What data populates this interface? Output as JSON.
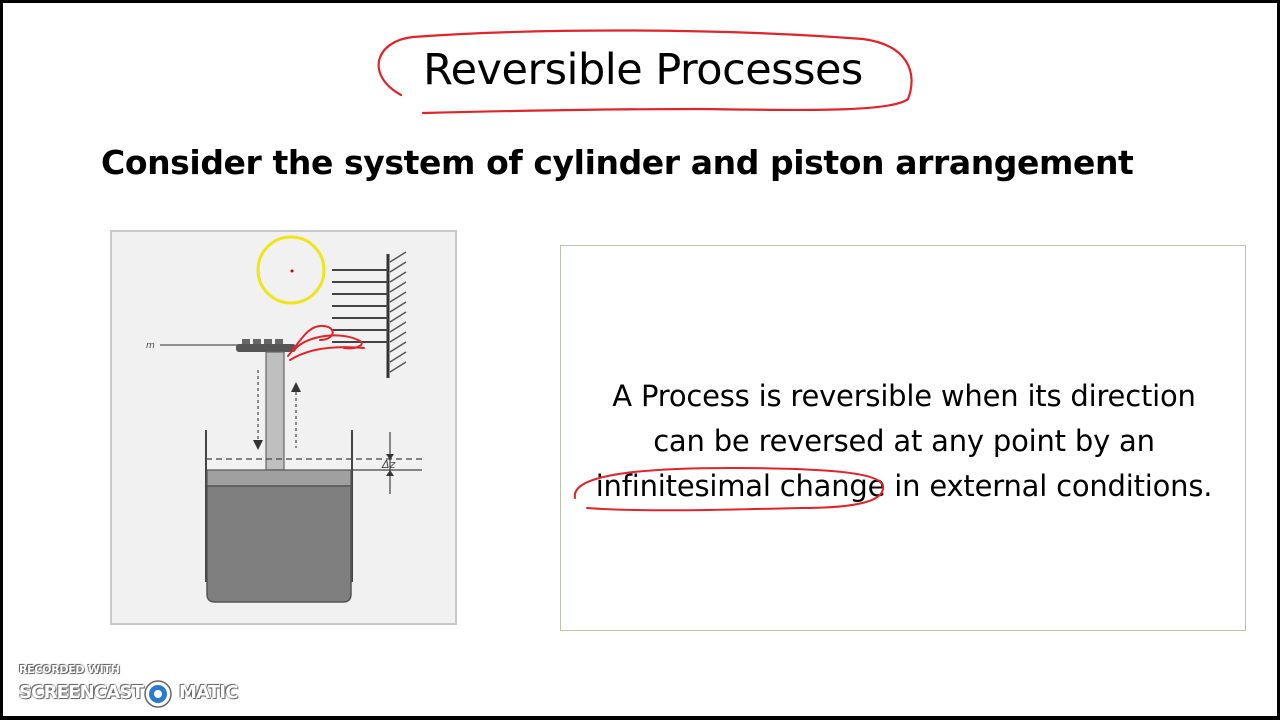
{
  "slide": {
    "title": "Reversible Processes",
    "subtitle": "Consider the system of cylinder and piston arrangement",
    "definition": {
      "line1": "A Process is reversible when its direction",
      "line2": "can be reversed at any point by an",
      "line3_highlight": "infinitesimal change",
      "line3_rest": " in external conditions."
    }
  },
  "figure": {
    "mass_label": "m",
    "delta_label": "Δz"
  },
  "watermark": {
    "recorded_with": "RECORDED WITH",
    "brand_left": "SCREENCAST",
    "brand_right": "MATIC"
  },
  "colors": {
    "annotation_red": "#e0242b",
    "cursor_highlight": "#f0e41a",
    "textbox_border": "#b7c6a5",
    "cylinder_fill": "#7f7f7f"
  },
  "icons": {
    "logo": "screencast-o-matic-logo-icon",
    "cursor": "cursor-highlight-icon"
  }
}
